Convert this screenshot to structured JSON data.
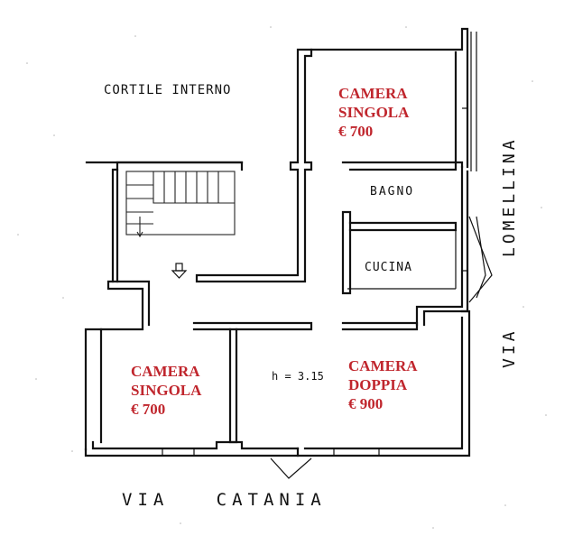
{
  "labels": {
    "courtyard": "CORTILE INTERNO",
    "bathroom": "BAGNO",
    "kitchen": "CUCINA",
    "ceiling_height": "h = 3.15",
    "street_bottom": "VIA   CATANIA",
    "street_right_1": "LOMELLINA",
    "street_right_2": "VIA"
  },
  "rooms": [
    {
      "name": "CAMERA",
      "type": "SINGOLA",
      "price": "€ 700"
    },
    {
      "name": "CAMERA",
      "type": "SINGOLA",
      "price": "€ 700"
    },
    {
      "name": "CAMERA",
      "type": "DOPPIA",
      "price": "€ 900"
    }
  ],
  "colors": {
    "room_label": "#c0262d",
    "walls": "#111111",
    "background": "#ffffff"
  }
}
